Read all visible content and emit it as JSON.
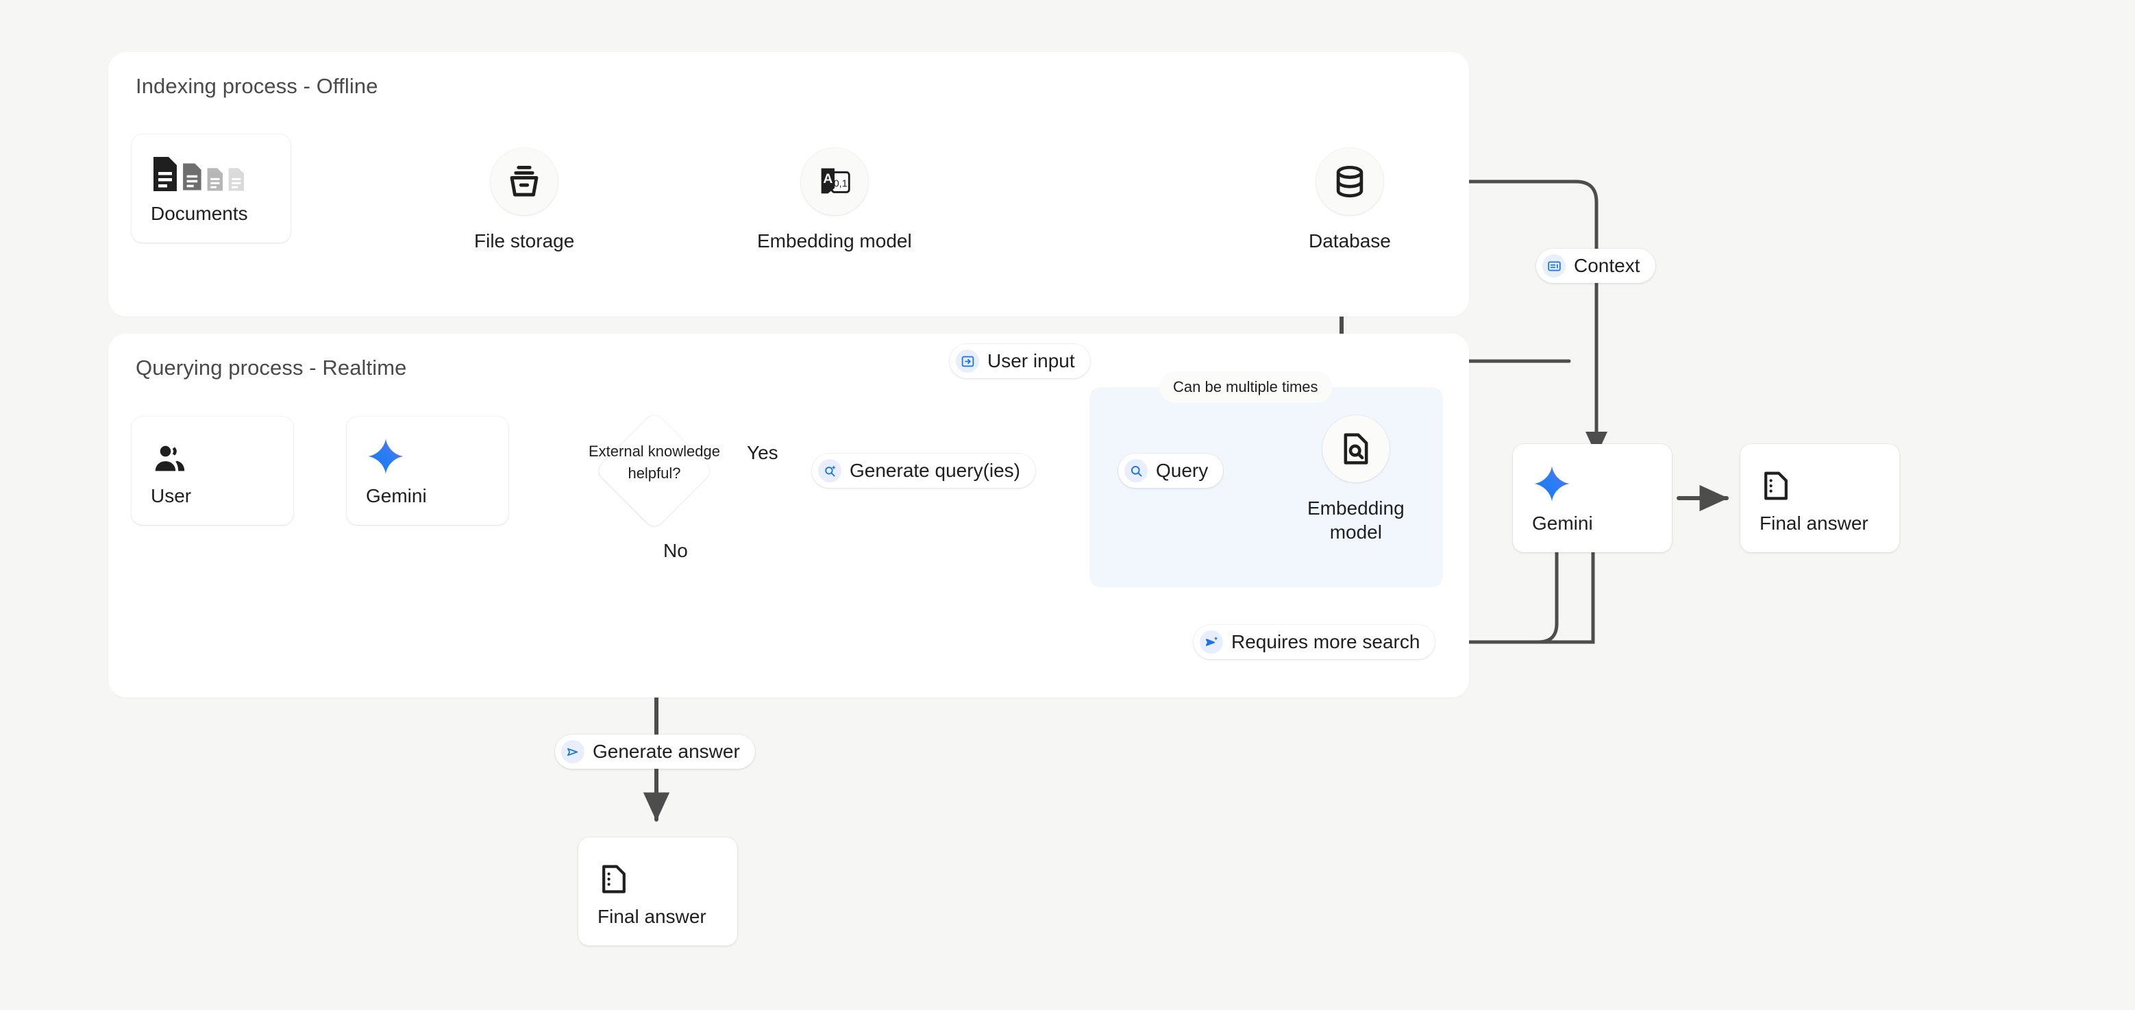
{
  "canvas": {
    "background": "#f6f6f4",
    "accent_blue": "#1a73e8",
    "loop_fill": "#f2f7fe",
    "wire": "#4d4d4d"
  },
  "panels": [
    {
      "id": "indexing",
      "title": "Indexing process - Offline"
    },
    {
      "id": "querying",
      "title": "Querying process - Realtime"
    }
  ],
  "indexing": {
    "documents": {
      "label": "Documents",
      "icon": "documents-icon"
    },
    "file_storage": {
      "label": "File storage",
      "icon": "file-storage-icon"
    },
    "embedding_model": {
      "label": "Embedding model",
      "icon": "text-to-vector-icon",
      "icon_text": "A",
      "icon_sub": "0,1"
    },
    "database": {
      "label": "Database",
      "icon": "database-icon"
    }
  },
  "querying": {
    "user": {
      "label": "User",
      "icon": "user-group-icon"
    },
    "gemini_left": {
      "label": "Gemini",
      "icon": "gemini-sparkle-icon"
    },
    "decision": {
      "label": "External\nknowledge\nhelpful?",
      "yes": "Yes",
      "no": "No"
    },
    "generate_queries": {
      "label": "Generate query(ies)",
      "icon": "search-sparkle-icon"
    },
    "loop_note": "Can be multiple times",
    "query": {
      "label": "Query",
      "icon": "search-icon"
    },
    "embedding_model": {
      "label": "Embedding\nmodel",
      "icon": "document-search-icon"
    },
    "requires_more_search": {
      "label": "Requires more search",
      "icon": "send-sparkle-icon"
    },
    "user_input": {
      "label": "User input",
      "icon": "login-icon"
    },
    "gemini_right": {
      "label": "Gemini",
      "icon": "gemini-sparkle-icon"
    },
    "final_answer_right": {
      "label": "Final answer",
      "icon": "answer-document-icon"
    }
  },
  "context_pill": {
    "label": "Context",
    "icon": "context-card-icon"
  },
  "generate_answer": {
    "label": "Generate answer",
    "icon": "send-icon"
  },
  "final_answer_bottom": {
    "label": "Final answer",
    "icon": "answer-document-icon"
  }
}
